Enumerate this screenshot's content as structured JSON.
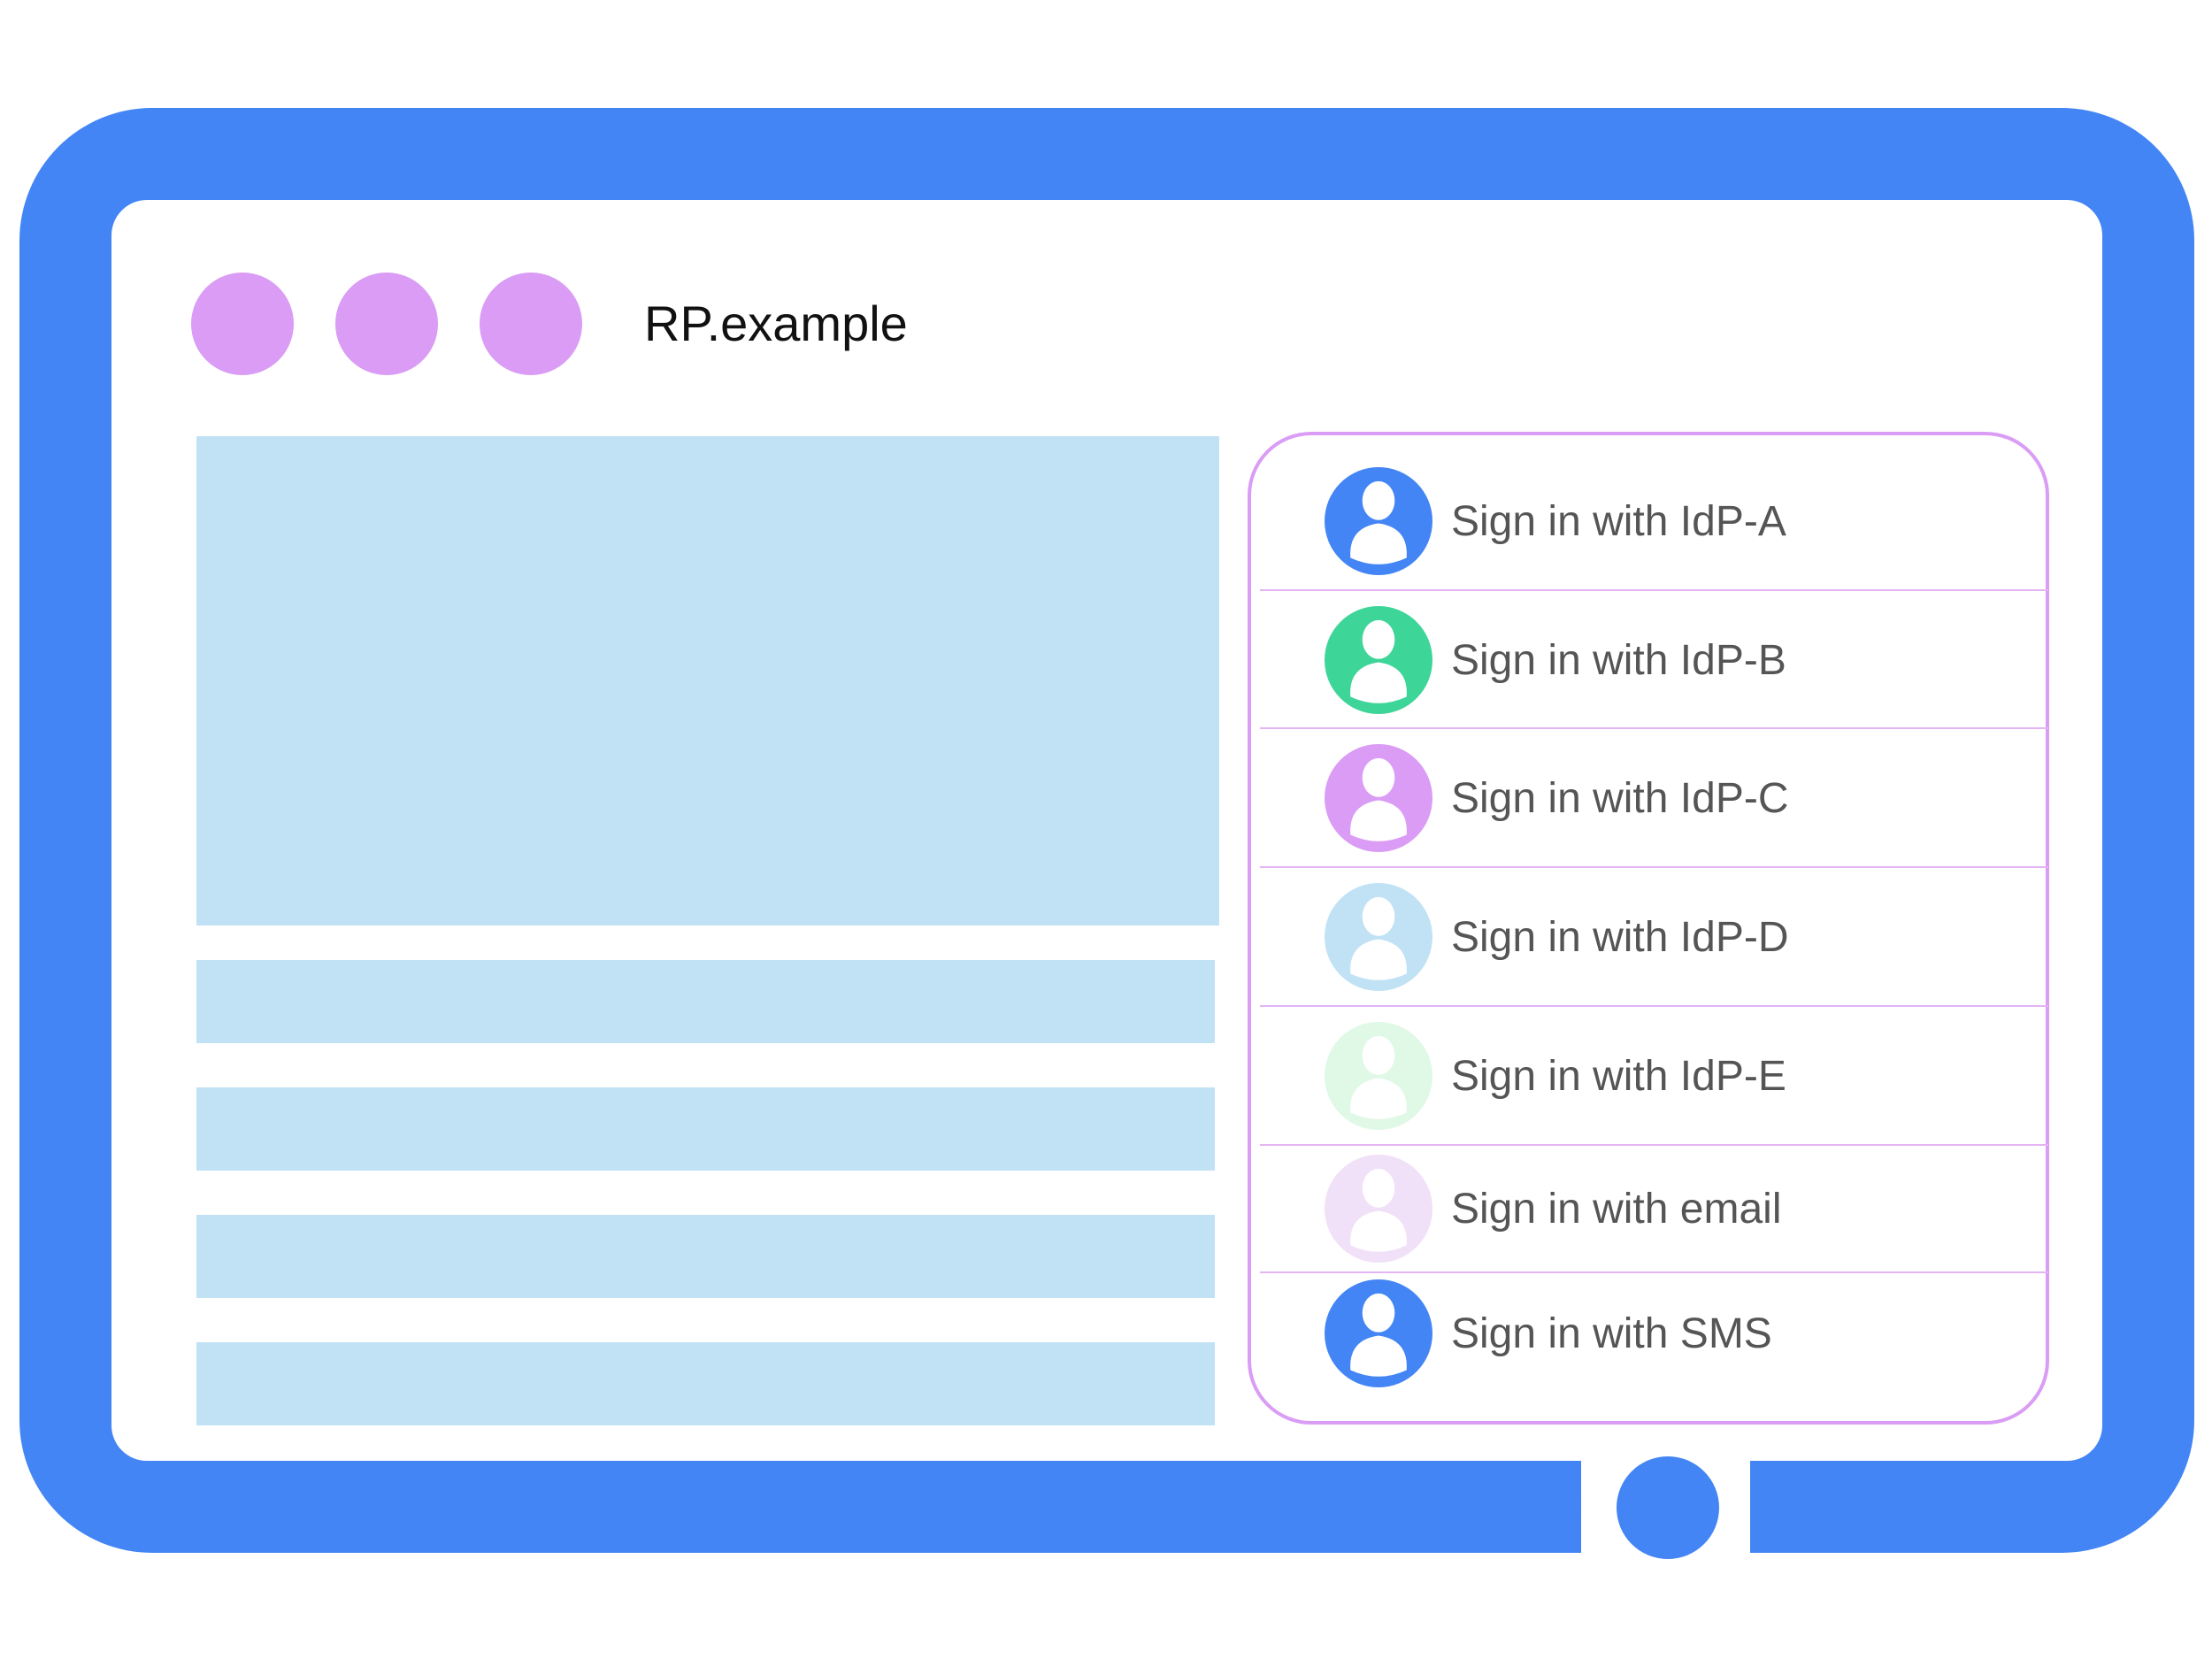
{
  "site_title": "RP.example",
  "colors": {
    "frame": "#4385F5",
    "window_dots": "#DA9CF5",
    "placeholder": "#C1E2F5",
    "panel_border": "#DA9CF5"
  },
  "window_dots": [
    "dot",
    "dot",
    "dot"
  ],
  "sign_in_options": [
    {
      "label": "Sign in with IdP-A",
      "icon": "user-avatar-icon",
      "color": "#4385F5"
    },
    {
      "label": "Sign in with IdP-B",
      "icon": "user-avatar-icon",
      "color": "#3DD598"
    },
    {
      "label": "Sign in with IdP-C",
      "icon": "user-avatar-icon",
      "color": "#DA9CF5"
    },
    {
      "label": "Sign in with IdP-D",
      "icon": "user-avatar-icon",
      "color": "#C1E2F5"
    },
    {
      "label": "Sign in with IdP-E",
      "icon": "user-avatar-icon",
      "color": "#E0F8E6"
    },
    {
      "label": "Sign in with email",
      "icon": "user-avatar-icon",
      "color": "#F0E0F8"
    },
    {
      "label": "Sign in with SMS",
      "icon": "user-avatar-icon",
      "color": "#4385F5"
    }
  ]
}
